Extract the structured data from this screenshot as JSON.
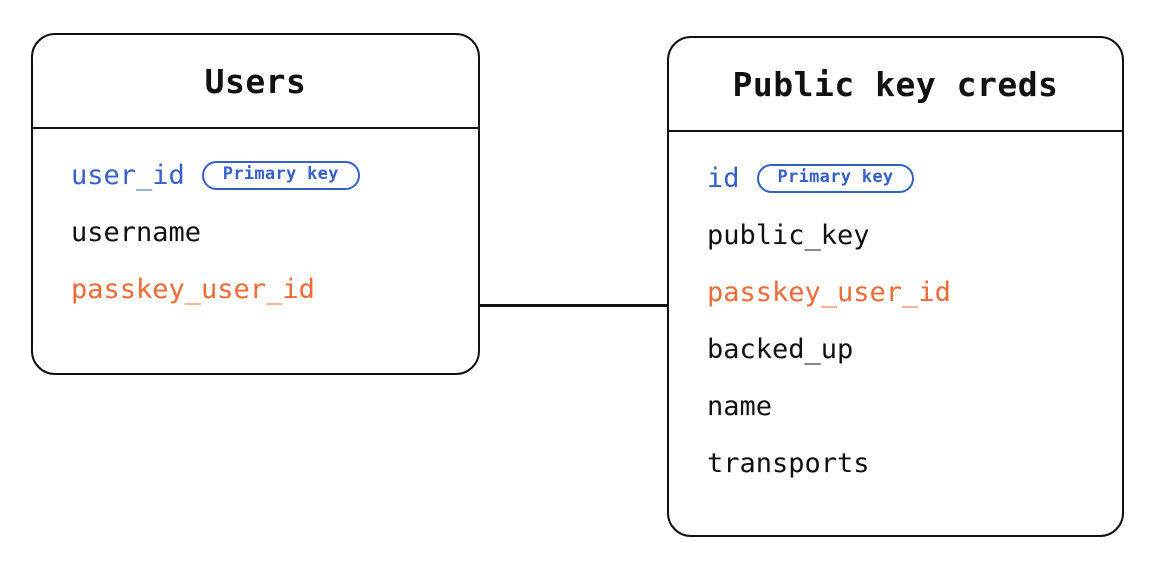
{
  "diagram": {
    "type": "entity-relationship-diagram",
    "background_color": "#ffffff",
    "border_color": "#111111",
    "colors": {
      "primary_key": "#3560CC",
      "foreign_key": "#F06A35",
      "text": "#111111"
    },
    "entities": [
      {
        "id": "users",
        "title": "Users",
        "fields": [
          {
            "name": "user_id",
            "role": "primary",
            "badge": "Primary key"
          },
          {
            "name": "username",
            "role": "normal",
            "badge": null
          },
          {
            "name": "passkey_user_id",
            "role": "foreign",
            "badge": null
          }
        ]
      },
      {
        "id": "public_key_creds",
        "title": "Public key creds",
        "fields": [
          {
            "name": "id",
            "role": "primary",
            "badge": "Primary key"
          },
          {
            "name": "public_key",
            "role": "normal",
            "badge": null
          },
          {
            "name": "passkey_user_id",
            "role": "foreign",
            "badge": null
          },
          {
            "name": "backed_up",
            "role": "normal",
            "badge": null
          },
          {
            "name": "name",
            "role": "normal",
            "badge": null
          },
          {
            "name": "transports",
            "role": "normal",
            "badge": null
          }
        ]
      }
    ],
    "relationships": [
      {
        "from_entity": "users",
        "from_field": "passkey_user_id",
        "to_entity": "public_key_creds",
        "to_field": "passkey_user_id"
      }
    ]
  }
}
